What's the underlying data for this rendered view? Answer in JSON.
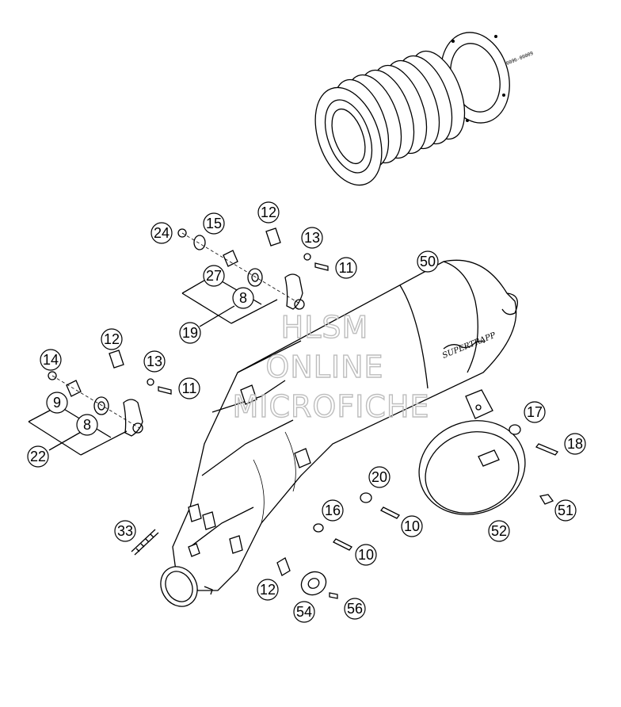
{
  "callouts": [
    {
      "id": "c24",
      "label": "24"
    },
    {
      "id": "c15",
      "label": "15"
    },
    {
      "id": "c12a",
      "label": "12"
    },
    {
      "id": "c13a",
      "label": "13"
    },
    {
      "id": "c11a",
      "label": "11"
    },
    {
      "id": "c50",
      "label": "50"
    },
    {
      "id": "c27",
      "label": "27"
    },
    {
      "id": "c8a",
      "label": "8"
    },
    {
      "id": "c19",
      "label": "19"
    },
    {
      "id": "c12b",
      "label": "12"
    },
    {
      "id": "c14",
      "label": "14"
    },
    {
      "id": "c13b",
      "label": "13"
    },
    {
      "id": "c11b",
      "label": "11"
    },
    {
      "id": "c9",
      "label": "9"
    },
    {
      "id": "c8b",
      "label": "8"
    },
    {
      "id": "c22",
      "label": "22"
    },
    {
      "id": "c17",
      "label": "17"
    },
    {
      "id": "c18",
      "label": "18"
    },
    {
      "id": "c20",
      "label": "20"
    },
    {
      "id": "c16",
      "label": "16"
    },
    {
      "id": "c10a",
      "label": "10"
    },
    {
      "id": "c10b",
      "label": "10"
    },
    {
      "id": "c51",
      "label": "51"
    },
    {
      "id": "c52",
      "label": "52"
    },
    {
      "id": "c33",
      "label": "33"
    },
    {
      "id": "c12c",
      "label": "12"
    },
    {
      "id": "c54",
      "label": "54"
    },
    {
      "id": "c56",
      "label": "56"
    }
  ],
  "watermark": {
    "line1": "HLSM",
    "line2": "ONLINE",
    "line3": "MICROFICHE"
  },
  "muffler_brand": "SUPERTRAPP",
  "gasket_tag": "0096-00009"
}
